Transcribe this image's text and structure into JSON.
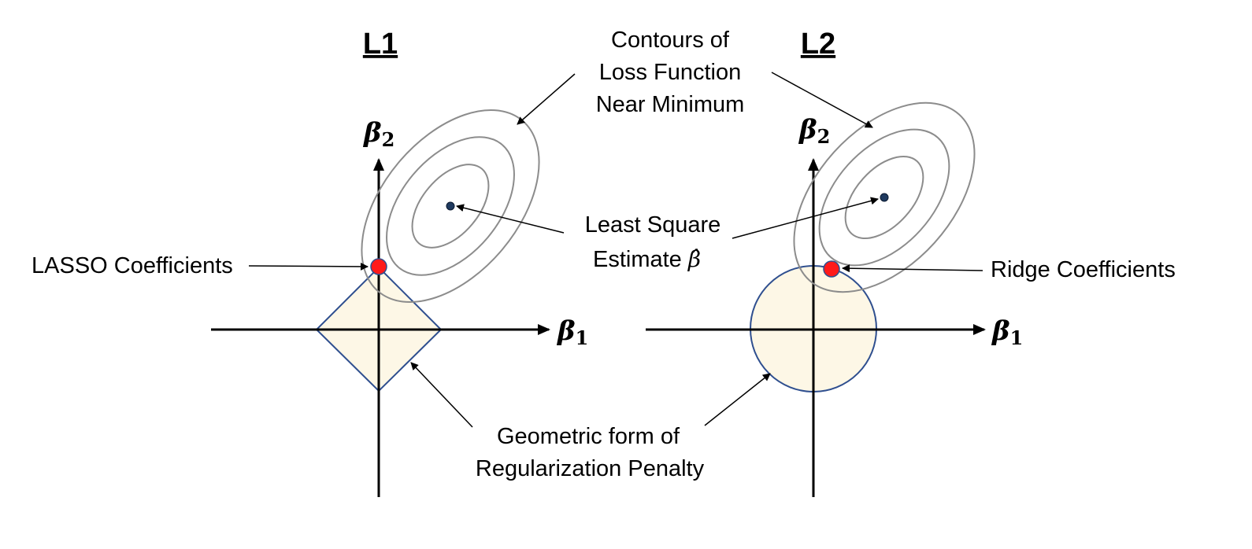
{
  "left": {
    "title": "L1",
    "x_axis_symbol": "β",
    "x_axis_subscript": "1",
    "y_axis_symbol": "β",
    "y_axis_subscript": "2",
    "coefficient_label": "LASSO Coefficients"
  },
  "right": {
    "title": "L2",
    "x_axis_symbol": "β",
    "x_axis_subscript": "1",
    "y_axis_symbol": "β",
    "y_axis_subscript": "2",
    "coefficient_label": "Ridge Coefficients"
  },
  "annotations": {
    "contours_lines": [
      "Contours of",
      "Loss Function",
      "Near Minimum"
    ],
    "least_square_line1": "Least Square",
    "least_square_line2": "Estimate",
    "beta_hat": "β̂",
    "penalty_lines": [
      "Geometric form of",
      "Regularization Penalty"
    ]
  },
  "colors": {
    "axis": "#000000",
    "contour": "#8c8c8c",
    "penalty_fill": "#fdf7e6",
    "penalty_stroke": "#2f4f8f",
    "coefficient_point": "#ff1a1a",
    "estimate_point": "#1f3a5f"
  }
}
